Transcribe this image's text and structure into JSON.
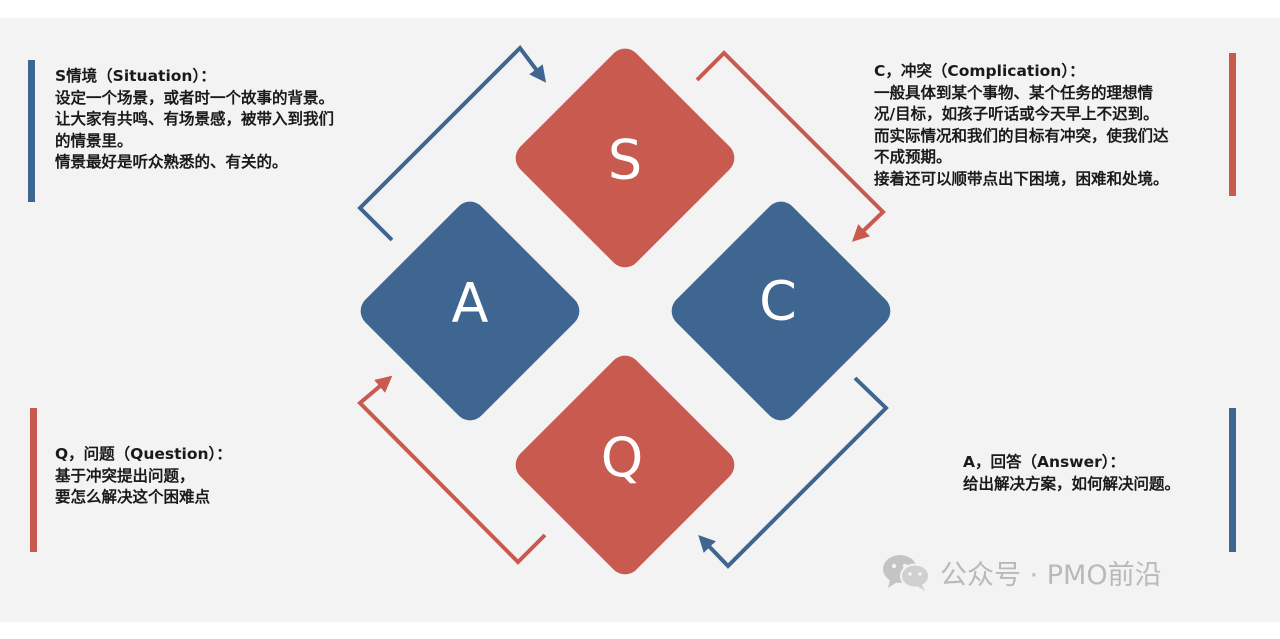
{
  "diagram": {
    "letters": {
      "s": "S",
      "a": "A",
      "c": "C",
      "q": "Q"
    },
    "colors": {
      "red": "#c95a4f",
      "blue": "#3f6690"
    }
  },
  "blocks": {
    "situation": {
      "lines": [
        "S情境（Situation）：",
        "设定一个场景，或者时一个故事的背景。",
        "让大家有共鸣、有场景感，被带入到我们",
        "的情景里。",
        "情景最好是听众熟悉的、有关的。"
      ]
    },
    "complication": {
      "lines": [
        "C，冲突（Complication）：",
        "一般具体到某个事物、某个任务的理想情",
        "况/目标，如孩子听话或今天早上不迟到。",
        "而实际情况和我们的目标有冲突，使我们达",
        "不成预期。",
        "接着还可以顺带点出下困境，困难和处境。"
      ]
    },
    "question": {
      "lines": [
        "Q，问题（Question）：",
        "基于冲突提出问题，",
        "要怎么解决这个困难点"
      ]
    },
    "answer": {
      "lines": [
        "A，回答（Answer）：",
        "给出解决方案，如何解决问题。"
      ]
    }
  },
  "watermark": {
    "icon": "wechat-icon",
    "text": "公众号 · PMO前沿"
  }
}
